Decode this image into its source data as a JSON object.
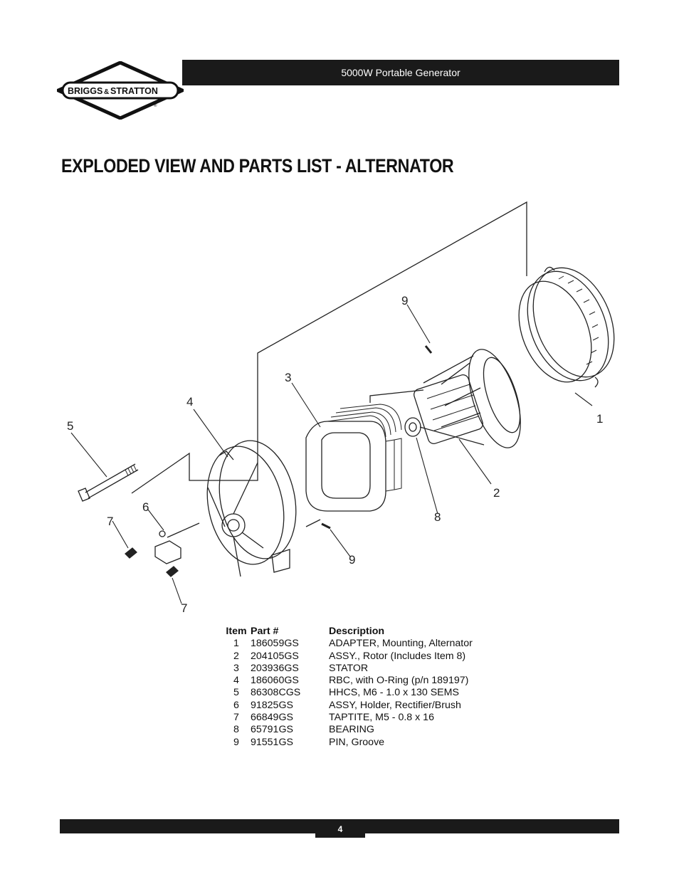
{
  "header": {
    "title": "5000W Portable Generator"
  },
  "logo": {
    "text_left": "BRIGGS",
    "text_amp": "&",
    "text_right": "STRATTON",
    "mark": "®"
  },
  "page_title": "EXPLODED VIEW AND PARTS LIST - ALTERNATOR",
  "diagram": {
    "callouts": [
      "1",
      "2",
      "3",
      "4",
      "5",
      "6",
      "7",
      "7",
      "8",
      "9",
      "9"
    ]
  },
  "parts_list": {
    "headers": {
      "item": "Item",
      "part": "Part #",
      "description": "Description"
    },
    "rows": [
      {
        "item": "1",
        "part": "186059GS",
        "description": "ADAPTER, Mounting, Alternator"
      },
      {
        "item": "2",
        "part": "204105GS",
        "description": "ASSY., Rotor (Includes Item 8)"
      },
      {
        "item": "3",
        "part": "203936GS",
        "description": "STATOR"
      },
      {
        "item": "4",
        "part": "186060GS",
        "description": "RBC, with O-Ring (p/n 189197)"
      },
      {
        "item": "5",
        "part": "86308CGS",
        "description": "HHCS, M6 - 1.0 x 130 SEMS"
      },
      {
        "item": "6",
        "part": "91825GS",
        "description": "ASSY, Holder, Rectifier/Brush"
      },
      {
        "item": "7",
        "part": "66849GS",
        "description": "TAPTITE, M5 - 0.8 x 16"
      },
      {
        "item": "8",
        "part": "65791GS",
        "description": "BEARING"
      },
      {
        "item": "9",
        "part": "91551GS",
        "description": "PIN, Groove"
      }
    ]
  },
  "footer": {
    "page_number": "4"
  }
}
